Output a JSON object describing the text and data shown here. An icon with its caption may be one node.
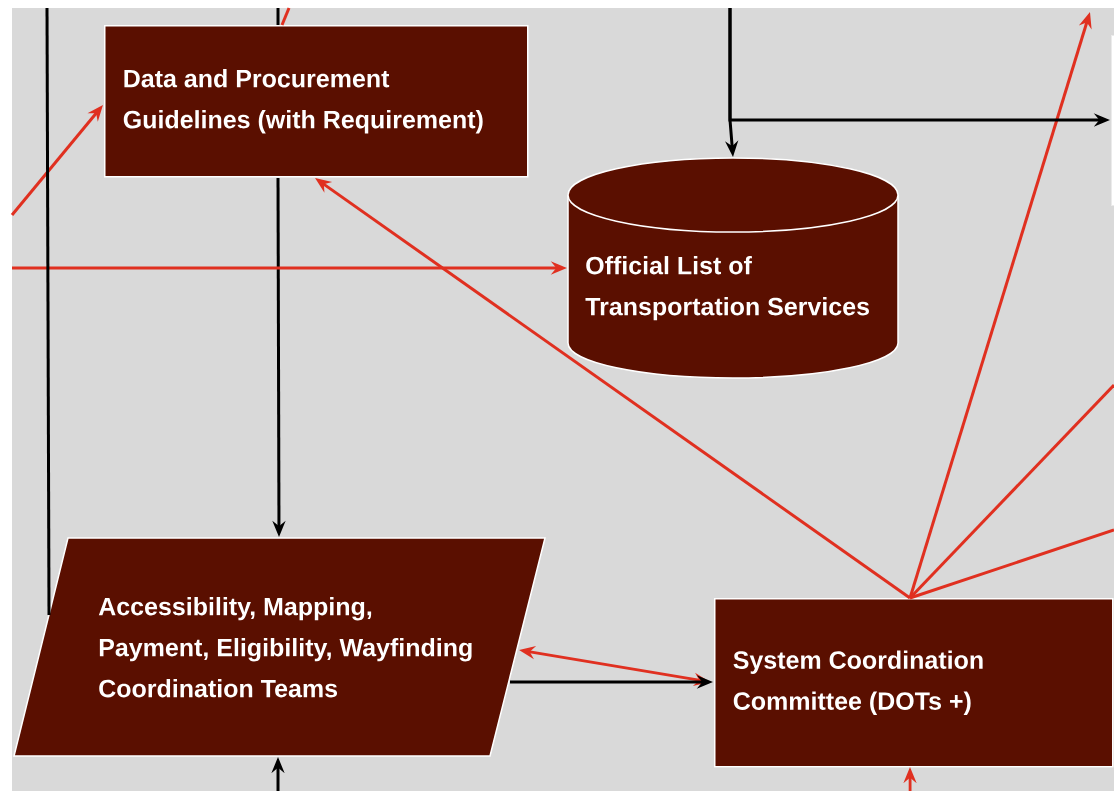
{
  "diagram": {
    "nodes": [
      {
        "text": [
          "Data and Procurement Guidelines (with Requirement)"
        ]
      },
      {
        "text": [
          "Official List of Transportation Services"
        ]
      },
      {
        "text": [
          "Accessibility, Mapping, Payment, Eligibility, Wayfinding Coordination Teams"
        ]
      },
      {
        "text": [
          "System Coordination Committee (DOTs +)"
        ]
      },
      {
        "text": [],
        "shape": "box"
      }
    ],
    "edges": [
      {
        "from": 3,
        "to": 0,
        "arrow": "to"
      },
      {
        "from": 3,
        "to": null,
        "arrow": "to"
      },
      {
        "from": 3,
        "to": null,
        "arrow": "none"
      },
      {
        "from": 3,
        "to": null,
        "arrow": "none"
      },
      {
        "from": 2,
        "to": 3,
        "arrow": "both"
      },
      {
        "from": 2,
        "to": 3,
        "arrow": "to",
        "color": "#000000"
      },
      {
        "from": 0,
        "to": 2,
        "arrow": "to",
        "color": "#000000"
      },
      {
        "from": null,
        "to": 0,
        "arrow": "none",
        "color": "#000000"
      },
      {
        "from": null,
        "to": 0,
        "arrow": "none"
      },
      {
        "from": null,
        "to": 0,
        "arrow": "to"
      },
      {
        "from": null,
        "to": 1,
        "arrow": "to"
      },
      {
        "from": null,
        "to": 1,
        "arrow": "to",
        "color": "#000000"
      },
      {
        "from": null,
        "to": 4,
        "arrow": "to",
        "color": "#000000"
      },
      {
        "from": null,
        "to": 3,
        "arrow": "to"
      },
      {
        "from": null,
        "to": 2,
        "arrow": "to",
        "color": "#000000"
      },
      {
        "from": null,
        "to": 2,
        "arrow": "none",
        "color": "#000000"
      }
    ]
  }
}
